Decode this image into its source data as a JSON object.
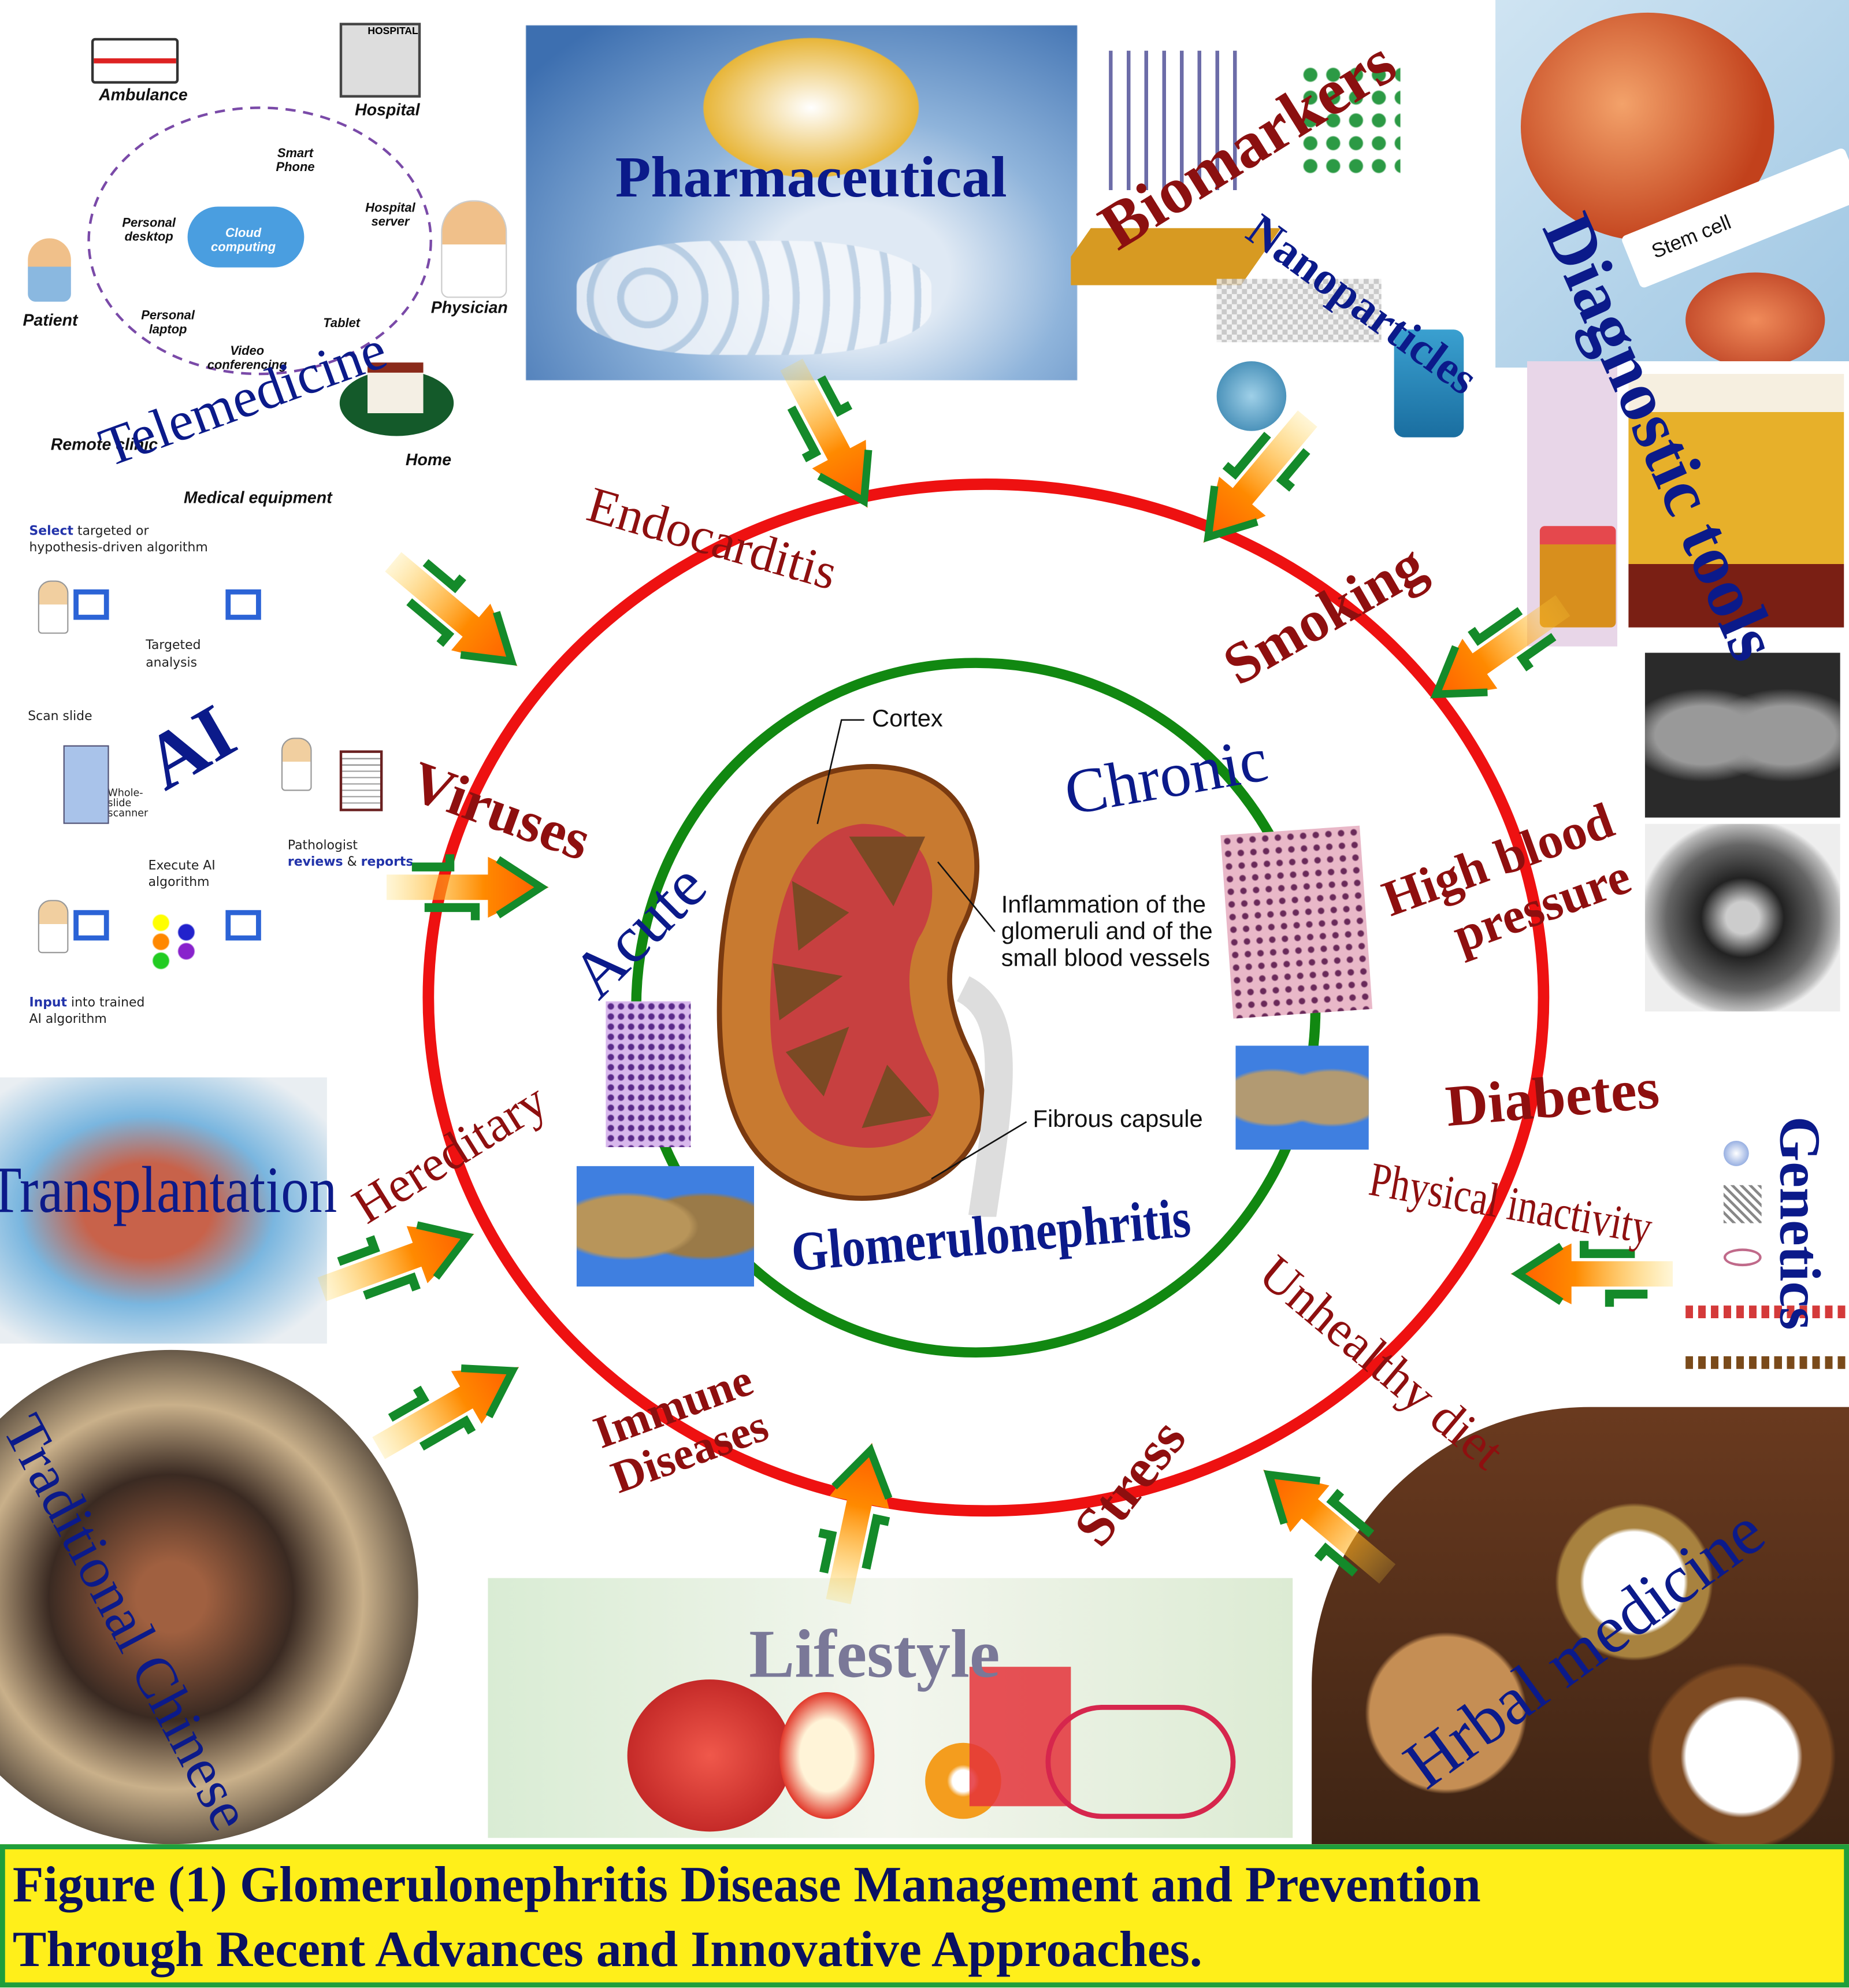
{
  "telemedicine": {
    "title": "Telemedicine",
    "nodes": [
      "Ambulance",
      "Hospital",
      "Physician",
      "Home",
      "Medical equipment",
      "Remote clinic",
      "Patient"
    ],
    "devices": [
      "Smart Phone",
      "Hospital server",
      "Personal desktop",
      "Cloud computing",
      "Personal laptop",
      "Video conferencing",
      "Tablet"
    ],
    "hospital_sign": "HOSPITAL"
  },
  "ai": {
    "title": "AI",
    "select_bold": "Select",
    "select_rest": " targeted or",
    "select_line2": "hypothesis-driven algorithm",
    "targeted": "Targeted",
    "analysis": "analysis",
    "scan_slide": "Scan slide",
    "scanner": "Whole-slide scanner",
    "execute": "Execute AI",
    "execute2": "algorithm",
    "pathologist": "Pathologist",
    "reviews": "reviews",
    "amp": " & ",
    "reports": "reports",
    "input_bold": "Input",
    "input_rest": " into trained",
    "input_line2": "AI algorithm"
  },
  "approaches": {
    "pharmaceutical": "Pharmaceutical",
    "biomarkers": "Biomarkers",
    "nanoparticles": "Nanoparticles",
    "diagnostic_tools": "Diagnostic tools",
    "stem_cell": "Stem cell",
    "transplantation": "Transplantation",
    "traditional_chinese": "Traditional Chinese",
    "lifestyle": "Lifestyle",
    "herbal_medicine": "Hrbal medicine",
    "genetics": "Genetics"
  },
  "causes": {
    "endocarditis": "Endocarditis",
    "smoking": "Smoking",
    "viruses": "Viruses",
    "high_blood_1": "High blood",
    "high_blood_2": "pressure",
    "diabetes": "Diabetes",
    "physical_inactivity": "Physical inactivity",
    "unhealthy_diet": "Unhealthy diet",
    "stress": "Stress",
    "immune_1": "Immune",
    "immune_2": "Diseases",
    "hereditary": "Hereditary"
  },
  "center": {
    "chronic": "Chronic",
    "acute": "Acute",
    "disease": "Glomerulonephritis",
    "cortex": "Cortex",
    "inflammation_1": "Inflammation of the",
    "inflammation_2": "glomeruli and of the",
    "inflammation_3": "small blood vessels",
    "fibrous_capsule": "Fibrous capsule"
  },
  "caption": {
    "line1": "Figure (1) Glomerulonephritis Disease Management and Prevention",
    "line2": "Through Recent Advances and Innovative Approaches."
  },
  "colors": {
    "outer_ring": "#ee1111",
    "inner_ring": "#118811",
    "caption_bg": "#ffef1a",
    "caption_border": "#1f9e3c",
    "label_navy": "#0b1a8a",
    "label_red": "#8e0f0f"
  }
}
